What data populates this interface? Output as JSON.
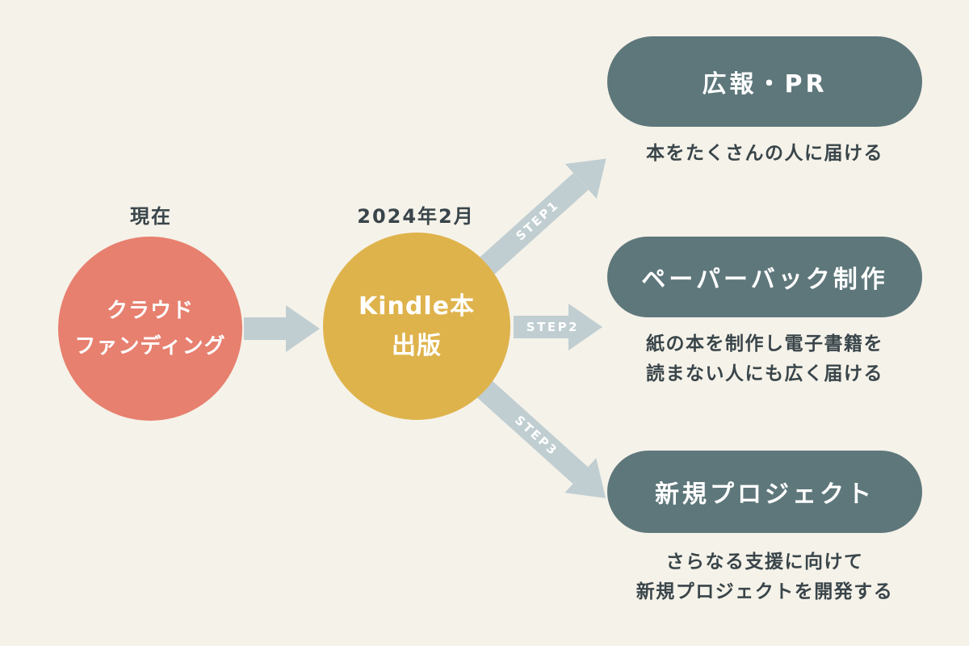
{
  "colors": {
    "bg": "#f5f2e9",
    "coral": "#e7806f",
    "yellow": "#dfb34c",
    "slate": "#5e777b",
    "arrow": "#c0ced2",
    "ink": "#39454a",
    "white": "#ffffff"
  },
  "nodes": {
    "current": {
      "label": "現在",
      "line1": "クラウド",
      "line2": "ファンディング"
    },
    "kindle": {
      "label": "2024年2月",
      "line1": "Kindle本",
      "line2": "出版"
    }
  },
  "steps": [
    {
      "badge": "STEP1",
      "title": "広報・PR",
      "desc1": "本をたくさんの人に届ける"
    },
    {
      "badge": "STEP2",
      "title": "ペーパーバック制作",
      "desc1": "紙の本を制作し電子書籍を",
      "desc2": "読まない人にも広く届ける"
    },
    {
      "badge": "STEP3",
      "title": "新規プロジェクト",
      "desc1": "さらなる支援に向けて",
      "desc2": "新規プロジェクトを開発する"
    }
  ]
}
